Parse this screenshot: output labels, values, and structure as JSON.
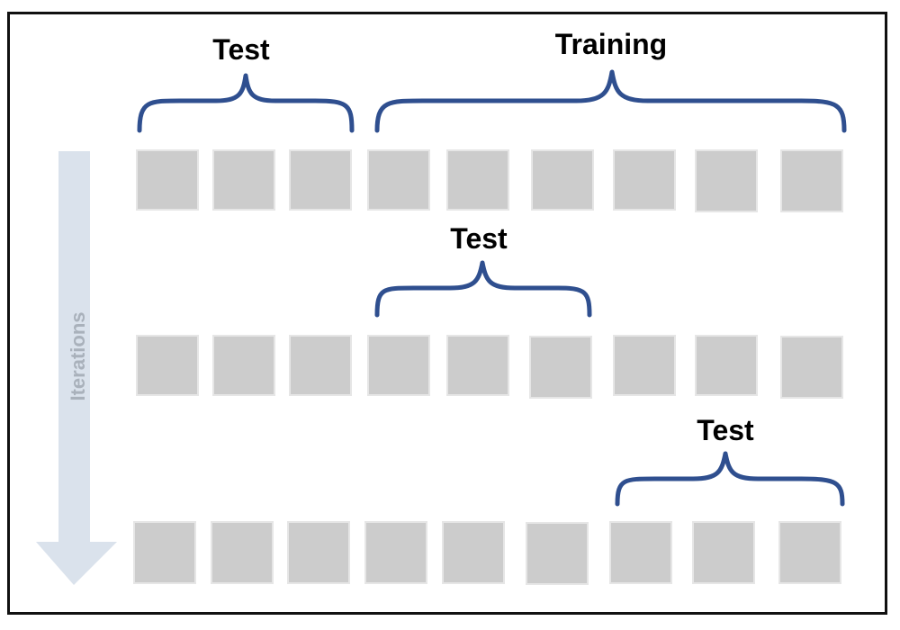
{
  "title_labels": {
    "fold1_test": "Test",
    "fold1_training": "Training",
    "fold2_test": "Test",
    "fold3_test": "Test"
  },
  "axis": {
    "label": "Iterations"
  },
  "iterations": [
    {
      "blocks": 9,
      "test_range": [
        0,
        2
      ],
      "training_range": [
        3,
        8
      ]
    },
    {
      "blocks": 9,
      "test_range": [
        3,
        5
      ]
    },
    {
      "blocks": 9,
      "test_range": [
        6,
        8
      ]
    }
  ],
  "colors": {
    "block": "#cccccc",
    "block_border": "#e6e6e6",
    "brace": "#2f4f8f",
    "arrow": "#dae2ec",
    "arrow_text": "#a9b1bb",
    "frame": "#111111"
  }
}
